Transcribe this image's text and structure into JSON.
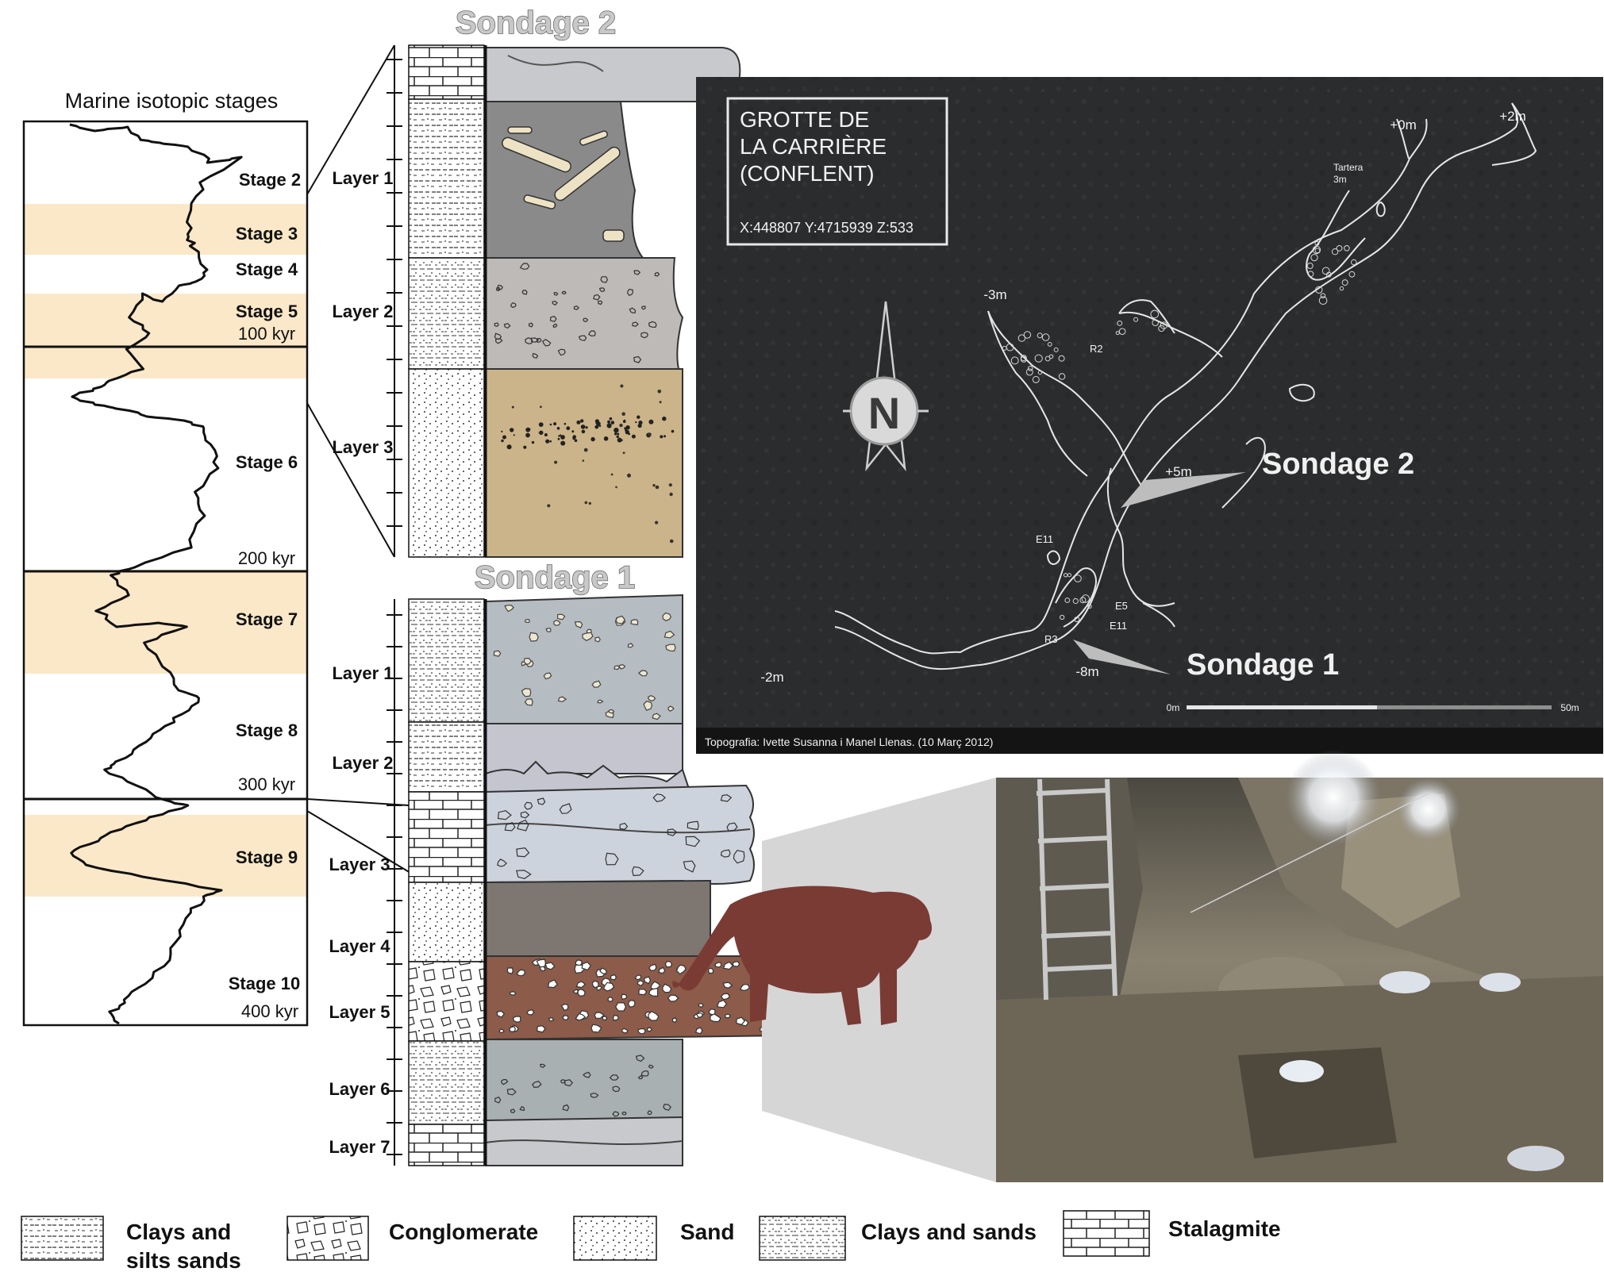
{
  "colors": {
    "stage_band": "#fbe8c8",
    "map_background": "#2a2c2d",
    "stalagmite": "#c8c9cc",
    "layer_grey": "#8a8a8a",
    "layer_light_grey": "#bdbab7",
    "layer_tan": "#cbb489",
    "layer_blue_grey": "#b5bcc2",
    "layer_lavender": "#c4c5cf",
    "layer_brown_grey": "#7d7671",
    "layer_red_brown": "#8c5b4a",
    "layer_green_grey": "#a8b0b2",
    "lion_silhouette": "#7a3b34"
  },
  "isotope_panel": {
    "title": "Marine isotopic stages",
    "stages": [
      "Stage 2",
      "Stage 3",
      "Stage 4",
      "Stage 5",
      "Stage 6",
      "Stage 7",
      "Stage 8",
      "Stage 9",
      "Stage 10"
    ],
    "ages": [
      "100 kyr",
      "200 kyr",
      "300 kyr",
      "400 kyr"
    ]
  },
  "sondage2": {
    "title": "Sondage 2",
    "layers": [
      "Layer 1",
      "Layer 2",
      "Layer 3"
    ]
  },
  "sondage1": {
    "title": "Sondage 1",
    "layers": [
      "Layer 1",
      "Layer 2",
      "Layer 3",
      "Layer 4",
      "Layer 5",
      "Layer 6",
      "Layer 7"
    ]
  },
  "map": {
    "title_line1": "GROTTE DE",
    "title_line2": "LA CARRIÈRE",
    "title_line3": "(CONFLENT)",
    "coords": "X:448807  Y:4715939  Z:533",
    "north": "N",
    "sondage2_label": "Sondage 2",
    "sondage1_label": "Sondage 1",
    "depths": [
      "+0m",
      "+2m",
      "-3m",
      "+5m",
      "-8m",
      "-2m"
    ],
    "tartera_line1": "Tartera",
    "tartera_line2": "3m",
    "markers": [
      "R2",
      "E11",
      "E5",
      "E11",
      "R3"
    ],
    "scale_start": "0m",
    "scale_end": "50m",
    "credit": "Topografia: Ivette Susanna i Manel Llenas. (10 Març 2012)"
  },
  "legend": {
    "clays_silts_line1": "Clays and",
    "clays_silts_line2": "silts sands",
    "conglomerate": "Conglomerate",
    "sand": "Sand",
    "clays_sands": "Clays and sands",
    "stalagmite": "Stalagmite"
  }
}
